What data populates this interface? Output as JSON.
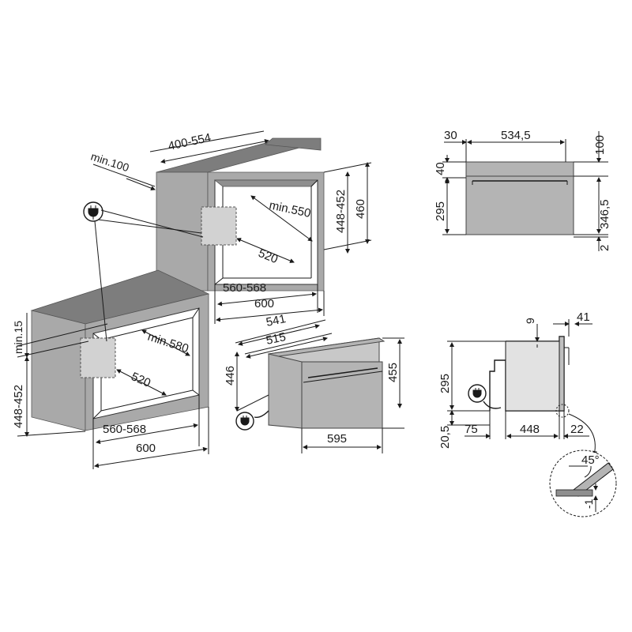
{
  "diagram": {
    "upper_niche": {
      "depth_range": "400-554",
      "rear_gap": "min.100",
      "height_range": "448-452",
      "total_height": "460",
      "inner_depth": "min.550",
      "front_depth": "520",
      "width_range": "560-568",
      "width": "600"
    },
    "lower_niche": {
      "top_gap": "min.15",
      "height_range": "448-452",
      "inner_depth": "min.580",
      "front_depth": "520",
      "width_range": "560-568",
      "width": "600"
    },
    "appliance": {
      "depth_outer": "541",
      "depth_inner": "515",
      "height_body": "446",
      "height_front": "455",
      "width": "595"
    },
    "top_view": {
      "offset": "30",
      "depth": "534,5",
      "top_clearance": "100",
      "front_panel": "40",
      "body_height": "295",
      "total_height": "346,5",
      "base_gap": "2"
    },
    "side_view": {
      "top_step": "9",
      "door_depth": "41",
      "body_height": "295",
      "base_height": "20,5",
      "front_offset": "75",
      "depth": "448",
      "rear_offset": "22"
    },
    "detail": {
      "angle": "45°",
      "gap": "-1"
    }
  }
}
